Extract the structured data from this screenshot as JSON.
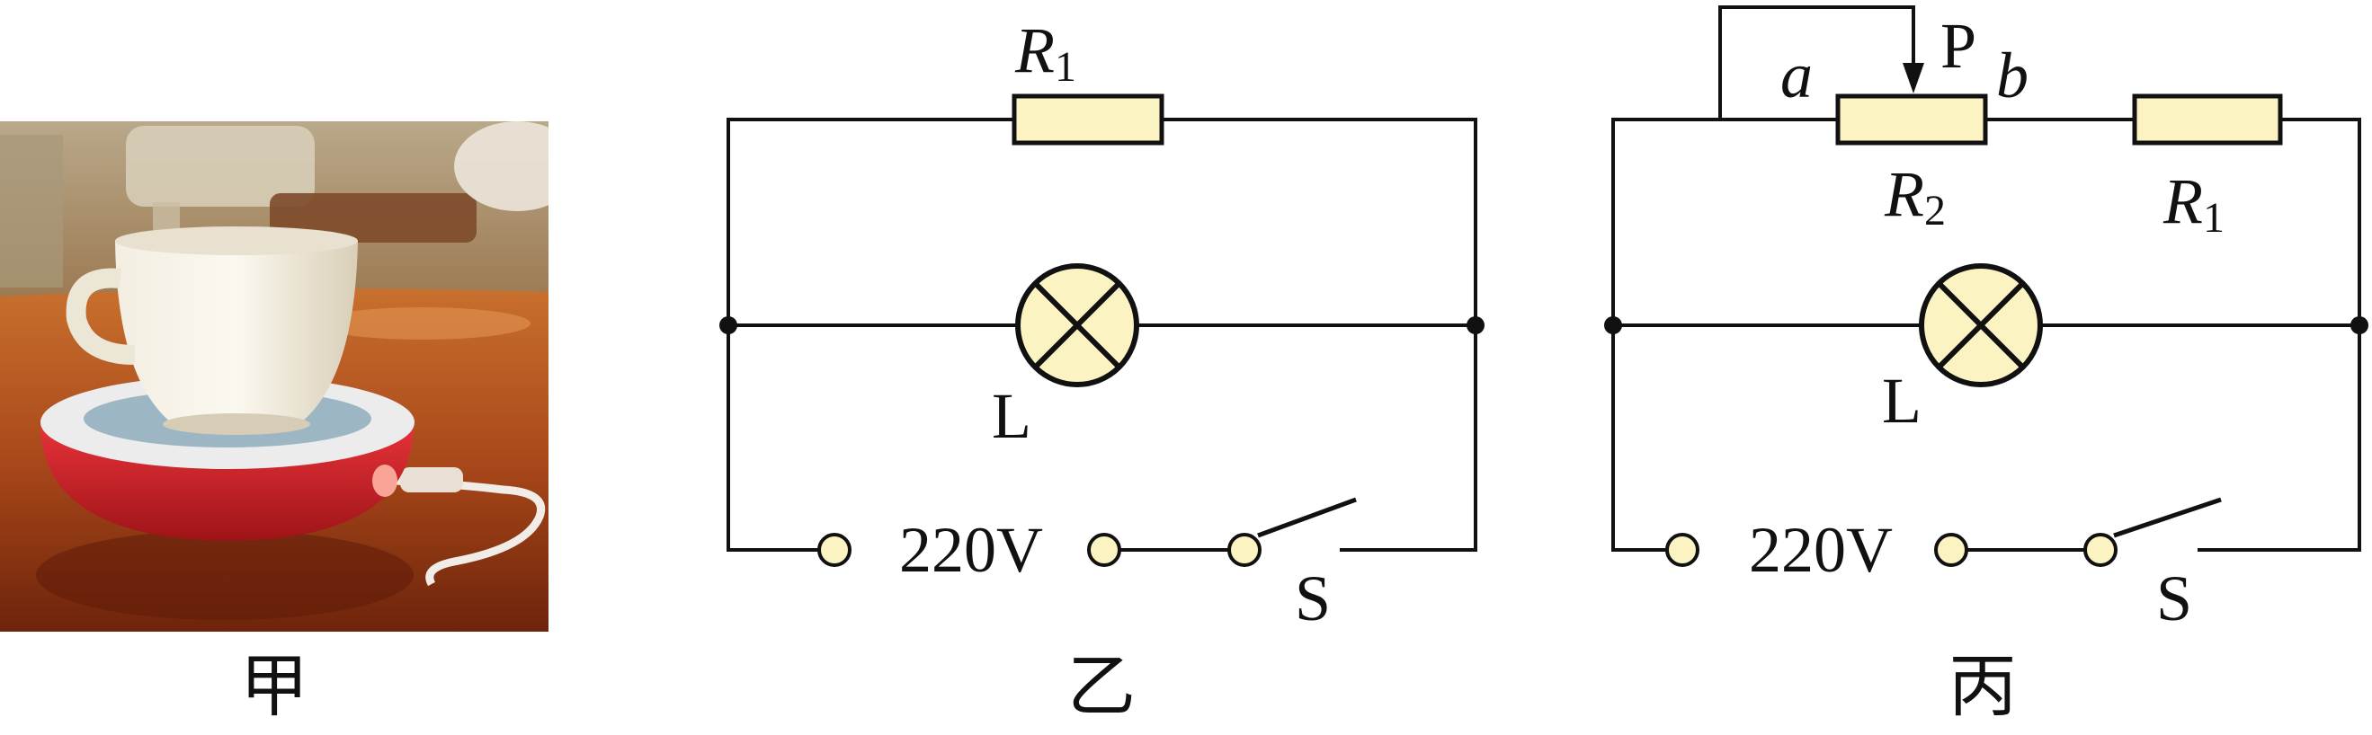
{
  "panel_jia": {
    "caption": "甲"
  },
  "panel_yi": {
    "caption": "乙",
    "resistor_label": "R",
    "resistor_sub": "1",
    "lamp_label": "L",
    "source_label": "220V",
    "switch_label": "S"
  },
  "panel_bing": {
    "caption": "丙",
    "slider_label": "P",
    "end_a": "a",
    "end_b": "b",
    "rheostat_label": "R",
    "rheostat_sub": "2",
    "resistor_label": "R",
    "resistor_sub": "1",
    "lamp_label": "L",
    "source_label": "220V",
    "switch_label": "S"
  },
  "colors": {
    "component_fill": "#fbf3c2",
    "wire": "#111111",
    "warmer_red": "#d8262b",
    "table_wood": "#b8551c"
  }
}
